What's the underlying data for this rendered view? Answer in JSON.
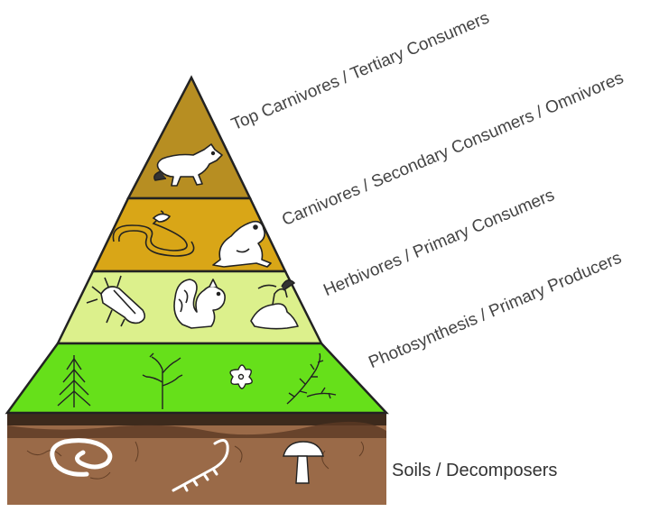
{
  "diagram": {
    "labels": {
      "top": "Top Carnivores / Tertiary Consumers",
      "secondary": "Carnivores / Secondary Consumers / Omnivores",
      "primary": "Herbivores / Primary Consumers",
      "producers": "Photosynthesis / Primary Producers",
      "soil": "Soils / Decomposers"
    },
    "colors": {
      "top": "#b78e22",
      "secondary": "#d9a617",
      "primary": "#dcf08c",
      "producers": "#66e01a",
      "soil": "#9a6a48",
      "outline": "#222222"
    },
    "icons": {
      "top": [
        "fox-icon"
      ],
      "secondary": [
        "snake-icon",
        "frog-icon"
      ],
      "primary": [
        "beetle-icon",
        "squirrel-icon",
        "bird-icon"
      ],
      "producers": [
        "pine-tree-icon",
        "sapling-icon",
        "flower-icon",
        "fern-icon"
      ],
      "soil": [
        "worm-icon",
        "centipede-icon",
        "mushroom-icon"
      ]
    }
  }
}
